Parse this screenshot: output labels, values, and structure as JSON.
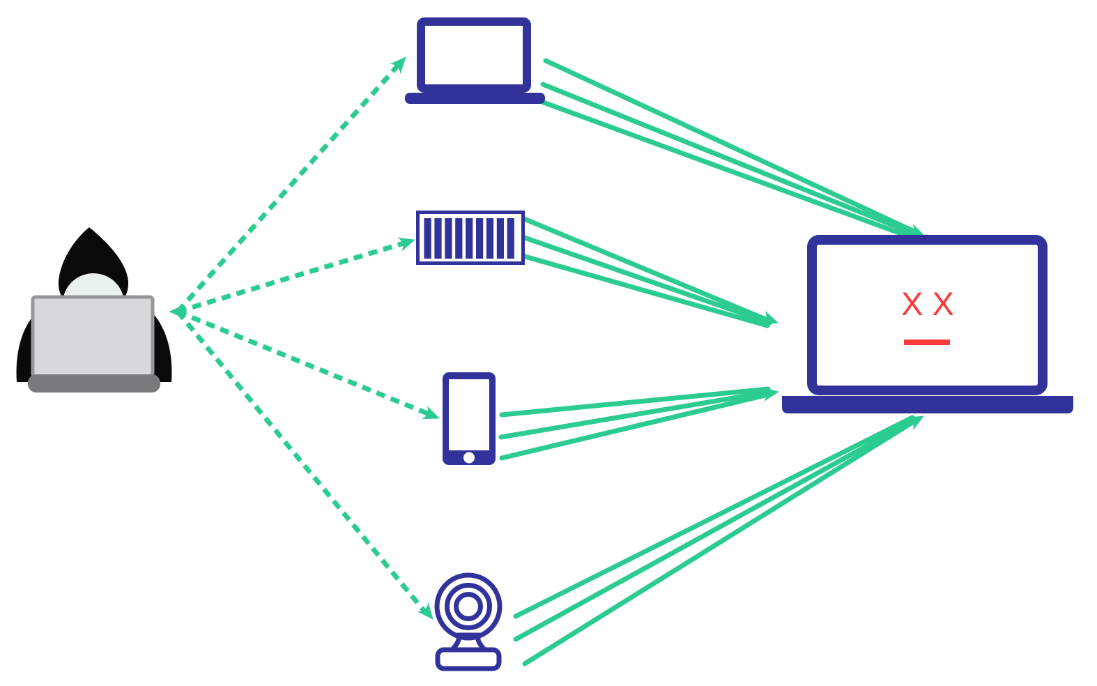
{
  "diagram": {
    "name": "ddos-botnet-attack-diagram",
    "background": "#FFFFFF",
    "colors": {
      "bg": "#FFFFFF",
      "navy": "#32329B",
      "green": "#2CCB90",
      "red": "#FB3A3A",
      "hood": "#0A0A0A",
      "face": "#E9F0ED",
      "lid": "#D8D8DA",
      "lid_edge": "#97979A",
      "base_gray": "#7A7A7C",
      "screen_white": "#FFFFFF"
    },
    "victim": {
      "eyes": "X X"
    },
    "server_slots": 9,
    "nodes": [
      {
        "id": "attacker",
        "icon": "hooded-hacker-at-laptop-icon",
        "role": "attacker"
      },
      {
        "id": "bot-laptop",
        "icon": "laptop-icon",
        "role": "compromised-device"
      },
      {
        "id": "bot-server",
        "icon": "server-rack-icon",
        "role": "compromised-device"
      },
      {
        "id": "bot-phone",
        "icon": "smartphone-icon",
        "role": "compromised-device"
      },
      {
        "id": "bot-webcam",
        "icon": "webcam-icon",
        "role": "compromised-device"
      },
      {
        "id": "victim",
        "icon": "crashed-laptop-icon",
        "role": "victim"
      }
    ],
    "edges": {
      "command_style": "dashed-green-arrow",
      "attack_style": "solid-green-lines",
      "command": [
        {
          "from": "attacker",
          "to": "bot-laptop"
        },
        {
          "from": "attacker",
          "to": "bot-server"
        },
        {
          "from": "attacker",
          "to": "bot-phone"
        },
        {
          "from": "attacker",
          "to": "bot-webcam"
        }
      ],
      "attack": [
        {
          "from": "bot-laptop",
          "to": "victim",
          "lines": 3
        },
        {
          "from": "bot-server",
          "to": "victim",
          "lines": 3
        },
        {
          "from": "bot-phone",
          "to": "victim",
          "lines": 3
        },
        {
          "from": "bot-webcam",
          "to": "victim",
          "lines": 3
        }
      ]
    }
  }
}
